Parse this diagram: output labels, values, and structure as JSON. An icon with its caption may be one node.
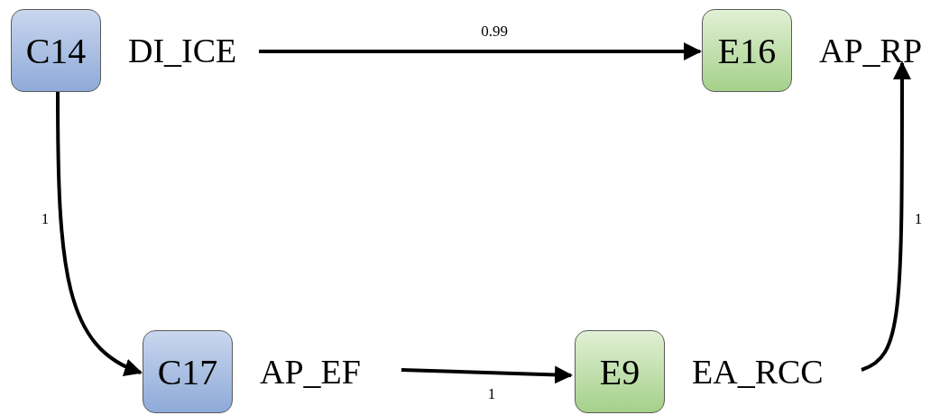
{
  "diagram": {
    "nodes": [
      {
        "text": [
          "C14"
        ],
        "beside": [
          "DI_ICE"
        ]
      },
      {
        "text": [
          "E16"
        ],
        "beside": [
          "AP_RP"
        ]
      },
      {
        "text": [
          "C17"
        ],
        "beside": [
          "AP_EF"
        ]
      },
      {
        "text": [
          "E9"
        ],
        "beside": [
          "EA_RCC"
        ]
      }
    ],
    "edges": [
      {
        "from": 0,
        "to": 1,
        "arrow": "to",
        "label": "0.99"
      },
      {
        "from": 0,
        "to": 2,
        "arrow": "to",
        "label": "1"
      },
      {
        "from": 2,
        "to": 3,
        "arrow": "to",
        "label": "1"
      },
      {
        "from": 3,
        "to": 1,
        "arrow": "to",
        "label": "1"
      }
    ]
  }
}
